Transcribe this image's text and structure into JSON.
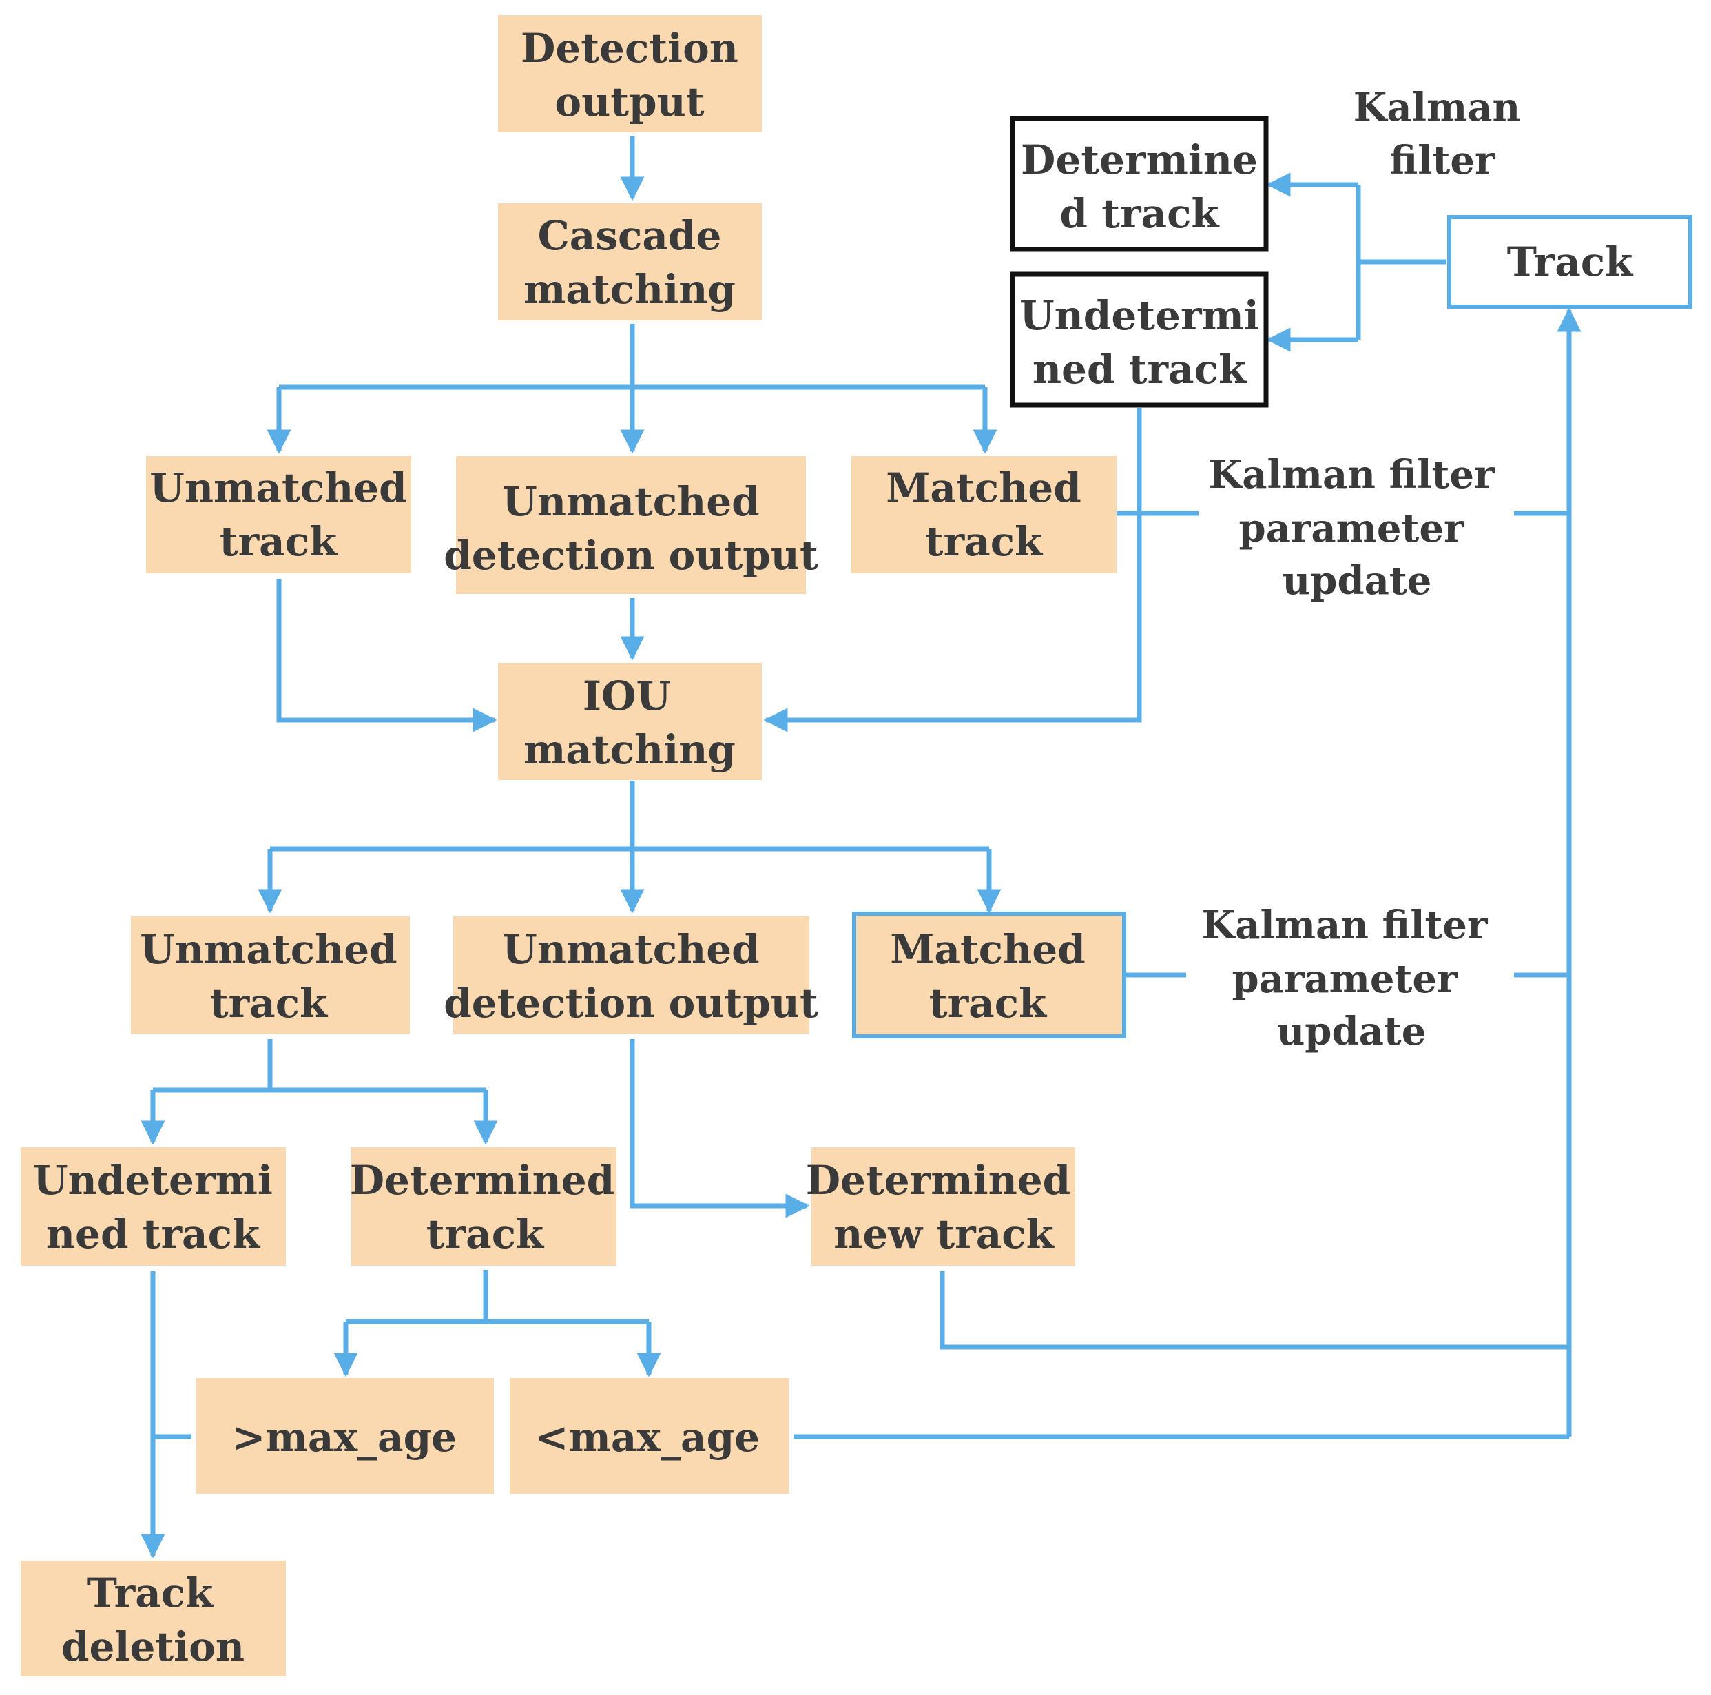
{
  "nodes": {
    "detection_output": [
      "Detection",
      "output"
    ],
    "cascade_matching": [
      "Cascade",
      "matching"
    ],
    "unmatched_track_1": [
      "Unmatched",
      "track"
    ],
    "unmatched_detection_1": [
      "Unmatched",
      "detection output"
    ],
    "matched_track_1": [
      "Matched",
      "track"
    ],
    "iou_matching": [
      "IOU",
      "matching"
    ],
    "unmatched_track_2": [
      "Unmatched",
      "track"
    ],
    "unmatched_detection_2": [
      "Unmatched",
      "detection output"
    ],
    "matched_track_2": [
      "Matched",
      "track"
    ],
    "undetermined_track_bottom": [
      "Undetermi",
      "ned track"
    ],
    "determined_track_bottom": [
      "Determined",
      "track"
    ],
    "determined_new_track": [
      "Determined",
      "new track"
    ],
    "gt_max_age": [
      ">max_age"
    ],
    "lt_max_age": [
      "<max_age"
    ],
    "track_deletion": [
      "Track",
      "deletion"
    ],
    "determined_track_top": [
      "Determine",
      "d track"
    ],
    "undetermined_track_top": [
      "Undetermi",
      "ned track"
    ],
    "track": [
      "Track"
    ]
  },
  "labels": {
    "kalman_filter": [
      "Kalman",
      "filter"
    ],
    "kf_update_1": [
      "Kalman filter",
      "parameter",
      "update"
    ],
    "kf_update_2": [
      "Kalman filter",
      "parameter",
      "update"
    ]
  },
  "colors": {
    "box_fill": "#fad9b0",
    "arrow": "#5aaee8",
    "text": "#3a3a3a",
    "black_border": "#111111"
  }
}
